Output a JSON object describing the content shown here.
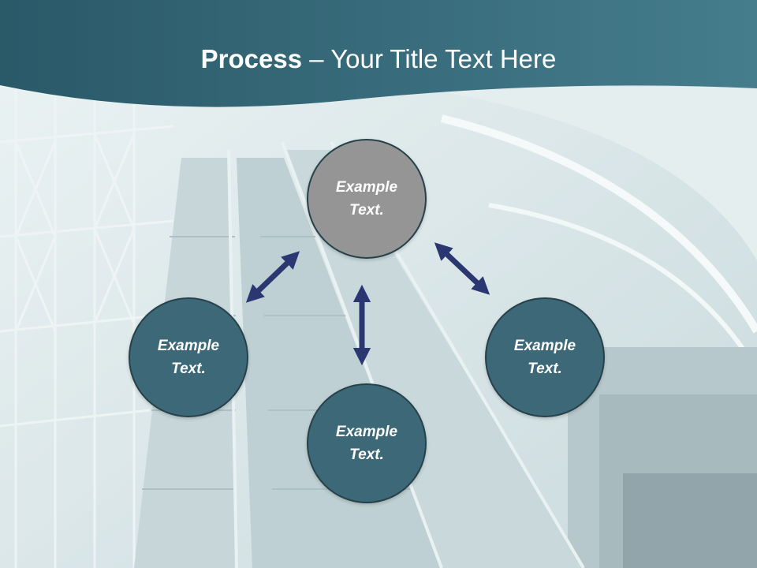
{
  "title": {
    "bold": "Process",
    "rest": " – Your Title Text Here"
  },
  "nodes": {
    "center": "Example Text.",
    "left": "Example Text.",
    "right": "Example Text.",
    "bottom": "Example Text."
  },
  "colors": {
    "title_band": "#2f6272",
    "center_node": "#959595",
    "outer_node": "#3c6878",
    "node_border": "#27414a",
    "arrow": "#2b3770"
  }
}
